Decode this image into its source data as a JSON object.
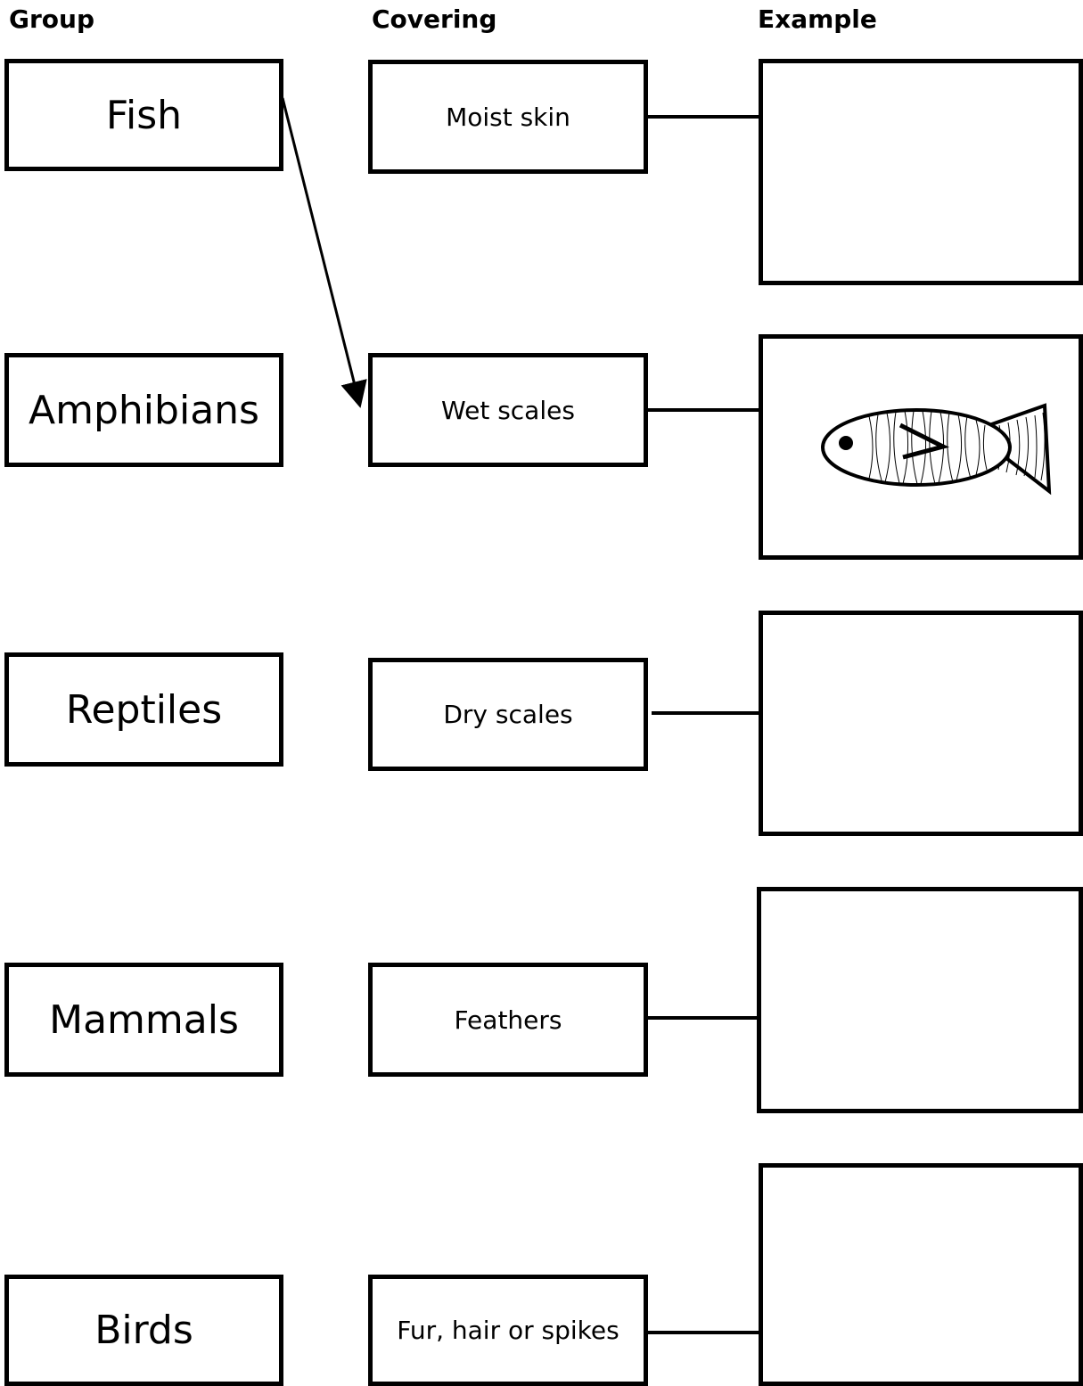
{
  "headers": {
    "group": "Group",
    "covering": "Covering",
    "example": "Example"
  },
  "groups": [
    "Fish",
    "Amphibians",
    "Reptiles",
    "Mammals",
    "Birds"
  ],
  "coverings": [
    "Moist skin",
    "Wet scales",
    "Dry scales",
    "Feathers",
    "Fur, hair or spikes"
  ],
  "example_icon": "fish-icon",
  "example_row_with_drawing": "Wet scales"
}
